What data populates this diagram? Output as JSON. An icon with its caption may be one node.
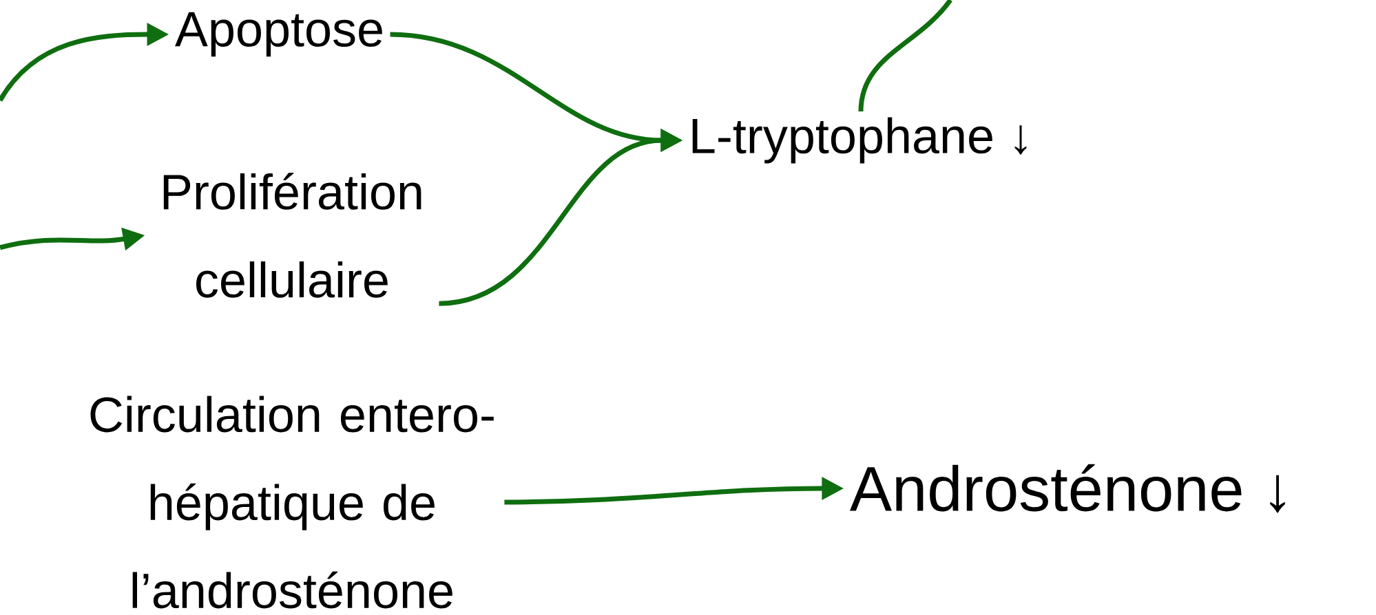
{
  "diagram": {
    "nodes": [
      {
        "text": [
          "Apoptose"
        ]
      },
      {
        "text": [
          "Prolifération cellulaire"
        ]
      },
      {
        "text": [
          "L-tryptophane ↓"
        ]
      },
      {
        "text": [
          "Circulation entero-hépatique de l’androsténone"
        ]
      },
      {
        "text": [
          "Androsténone ↓"
        ]
      }
    ],
    "edges": [
      {
        "from": null,
        "to": 0,
        "arrow": "to"
      },
      {
        "from": null,
        "to": 1,
        "arrow": "to"
      },
      {
        "from": 0,
        "to": 2,
        "arrow": "to"
      },
      {
        "from": 1,
        "to": 2,
        "arrow": "to"
      },
      {
        "from": 2,
        "to": null,
        "arrow": "none"
      },
      {
        "from": 3,
        "to": 4,
        "arrow": "to"
      }
    ]
  }
}
